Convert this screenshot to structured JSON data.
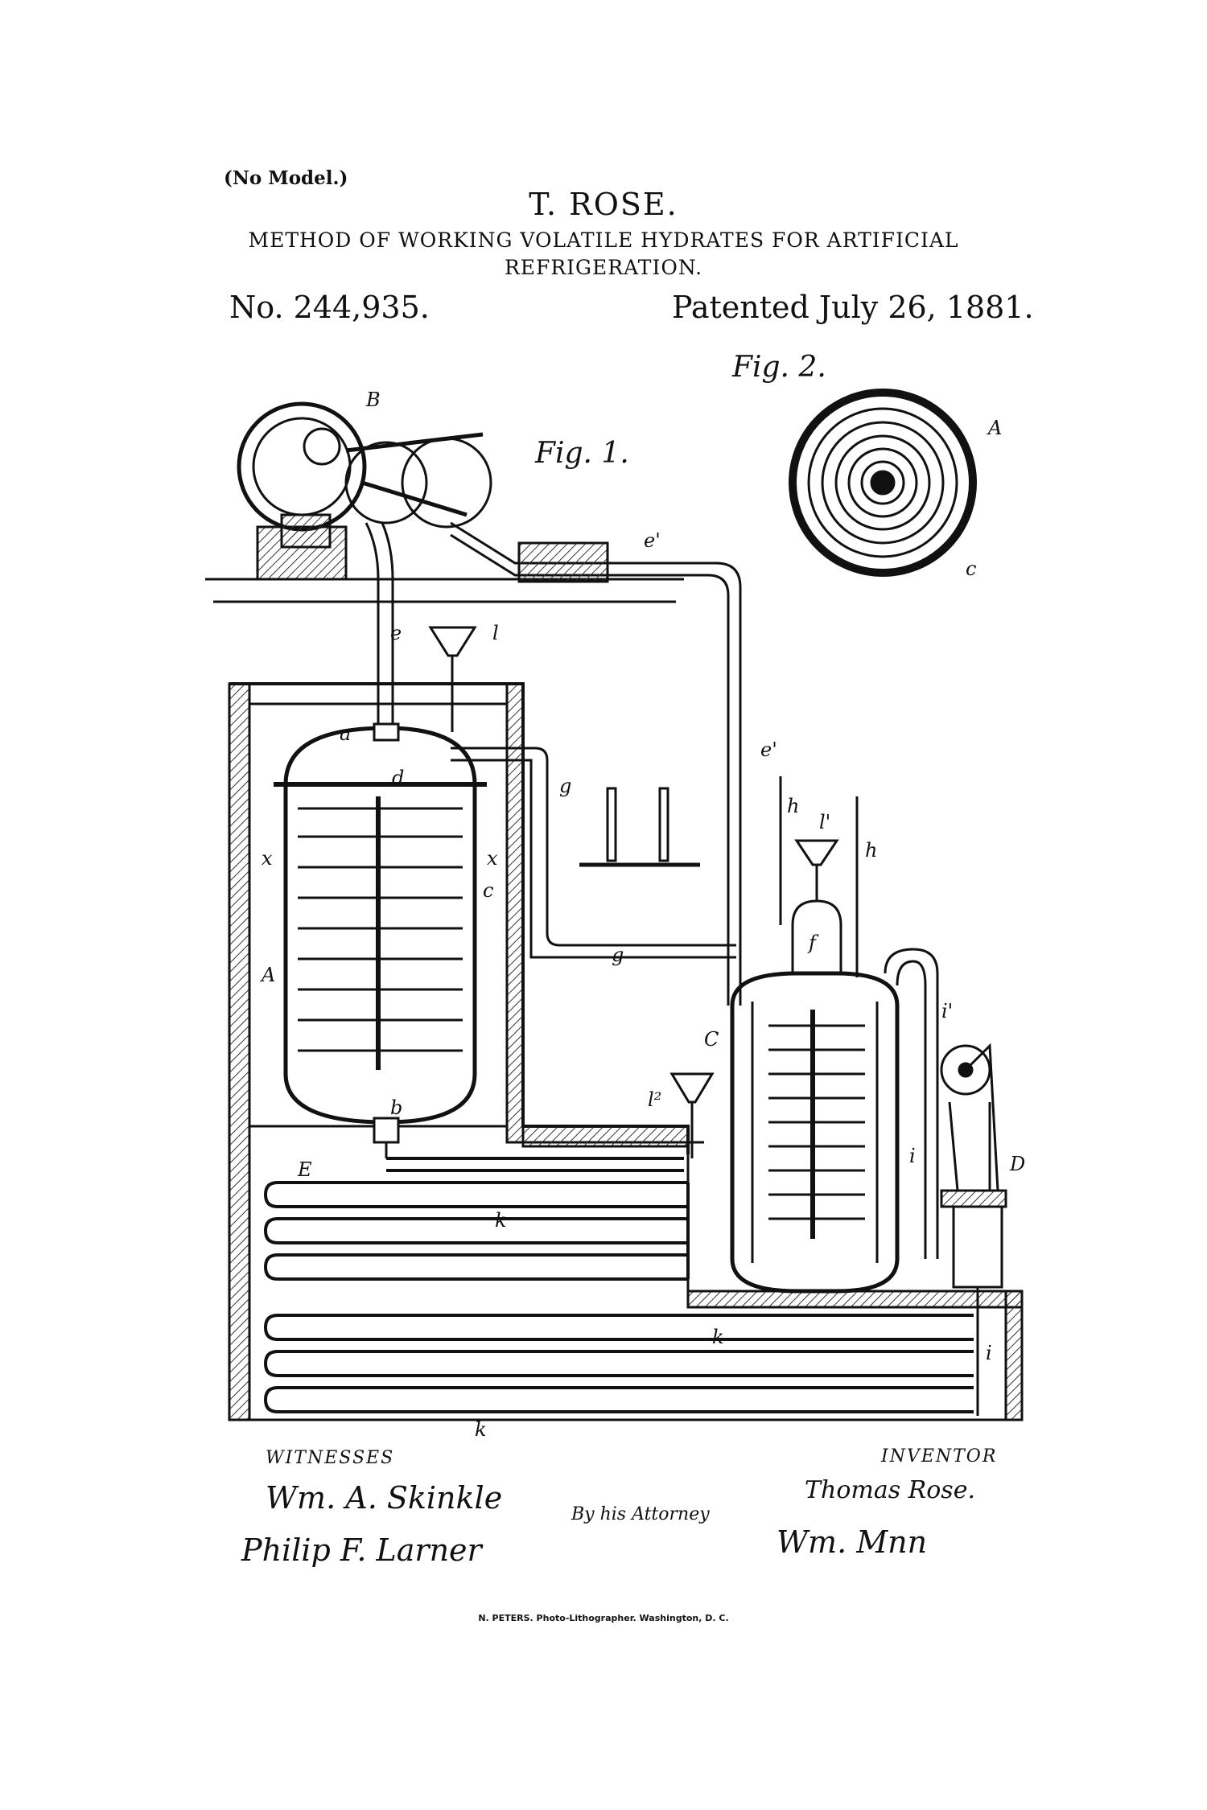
{
  "header": {
    "no_model": "(No Model.)",
    "inventor": "T. ROSE.",
    "title_line1": "METHOD OF WORKING VOLATILE HYDRATES FOR ARTIFICIAL",
    "title_line2": "REFRIGERATION.",
    "patent_number": "No. 244,935.",
    "patent_date": "Patented July 26, 1881."
  },
  "figures": {
    "fig1": "Fig. 1.",
    "fig2": "Fig. 2."
  },
  "labels": {
    "B": "B",
    "A": "A",
    "C": "C",
    "D": "D",
    "E": "E",
    "a": "a",
    "b": "b",
    "c": "c",
    "d": "d",
    "e": "e",
    "e1": "e'",
    "f": "f",
    "g": "g",
    "h": "h",
    "i": "i",
    "i1": "i'",
    "k": "k",
    "l": "l",
    "l1": "l'",
    "l2": "l²",
    "x": "x"
  },
  "footer": {
    "witnesses": "WITNESSES",
    "inventor_caption": "INVENTOR",
    "inventor_signature": "Thomas Rose.",
    "attorney_caption": "By his Attorney",
    "witness1": "Wm. A. Skinkle",
    "witness2": "Philip F. Larner",
    "attorney_signature": "Wm. Mnn",
    "printer": "N. PETERS. Photo-Lithographer. Washington, D. C."
  }
}
